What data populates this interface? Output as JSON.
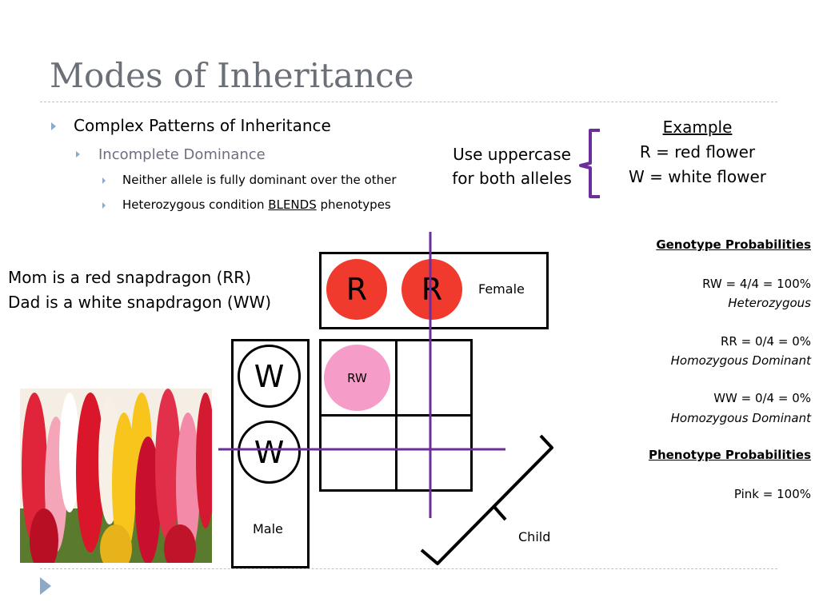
{
  "slide": {
    "title": "Modes of Inheritance"
  },
  "bullets": {
    "level1": "Complex Patterns of Inheritance",
    "level2": "Incomplete Dominance",
    "level3_a": "Neither allele is fully dominant over the other",
    "level3_b_pre": "Heterozygous condition ",
    "level3_b_emph": "BLENDS",
    "level3_b_post": " phenotypes"
  },
  "note": {
    "line1": "Use uppercase",
    "line2": "for both alleles"
  },
  "example": {
    "heading": "Example",
    "line1": "R = red flower",
    "line2": "W = white flower"
  },
  "parents": {
    "line1": "Mom is a red snapdragon (RR)",
    "line2": "Dad is a white snapdragon (WW)"
  },
  "punnett": {
    "female_alleles": [
      "R",
      "R"
    ],
    "female_label": "Female",
    "male_alleles": [
      "W",
      "W"
    ],
    "male_label": "Male",
    "cell_label": "RW",
    "child_label": "Child"
  },
  "genotype": {
    "heading": "Genotype Probabilities",
    "rw": "RW = 4/4 = 100%",
    "rw_type": "Heterozygous",
    "rr": "RR = 0/4 = 0%",
    "rr_type": "Homozygous Dominant",
    "ww": "WW = 0/4 = 0%",
    "ww_type": "Homozygous Dominant"
  },
  "phenotype": {
    "heading": "Phenotype Probabilities",
    "pink": "Pink = 100%"
  },
  "colors": {
    "title": "#6b6f78",
    "accent_purple": "#6b2e9a",
    "red_allele": "#f03a2e",
    "pink_cell": "#f59cc8",
    "bullet_arrow": "#8ea9c7"
  },
  "icons": {
    "bullet": "triangle-bullet-icon",
    "nav": "next-slide-icon"
  }
}
